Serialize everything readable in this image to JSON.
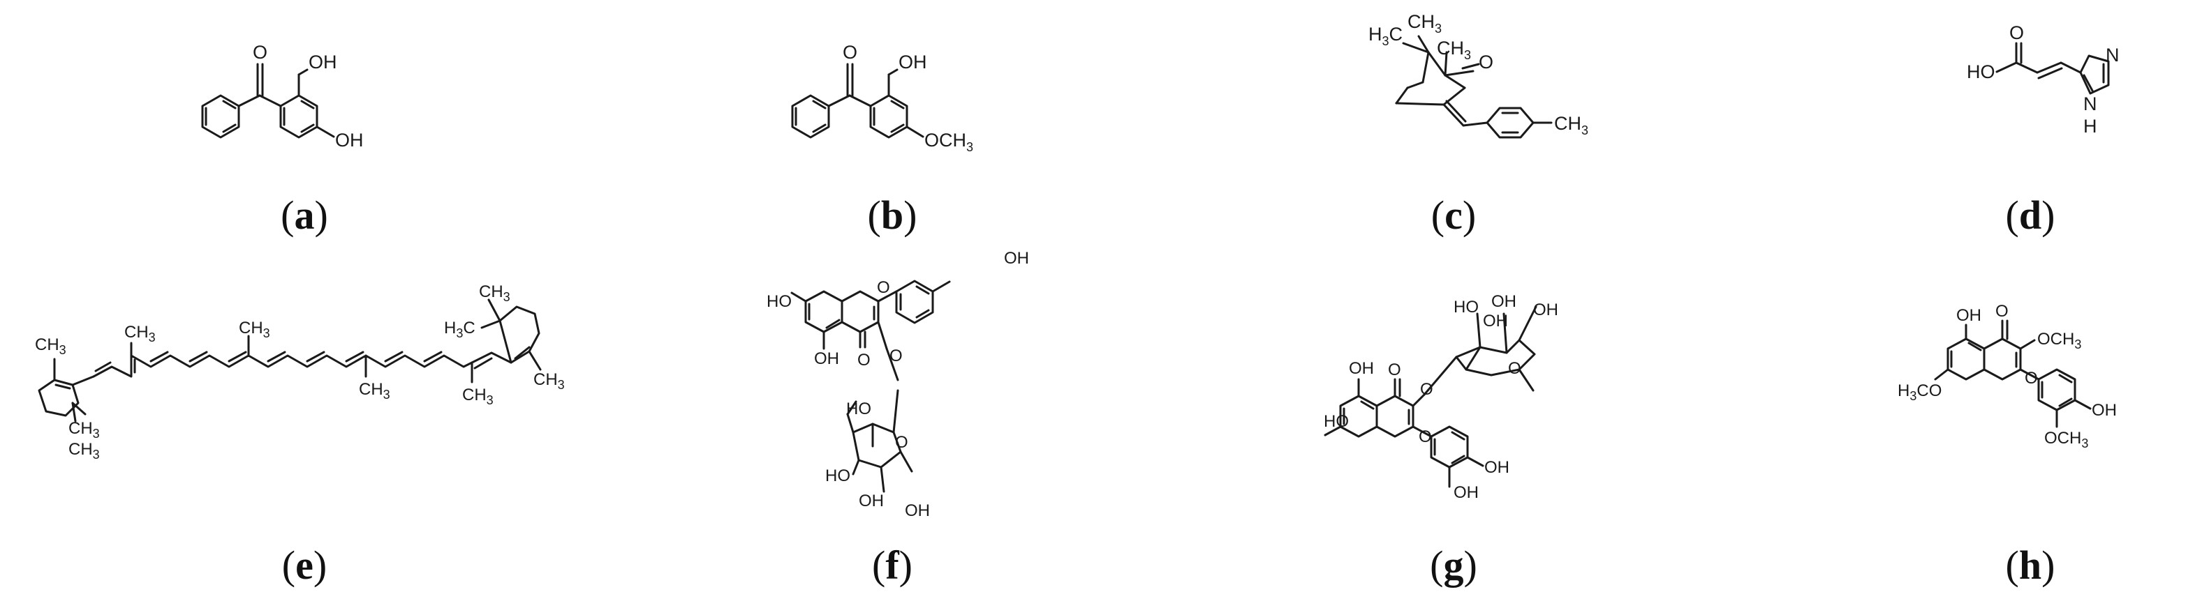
{
  "panels": [
    {
      "id": "a",
      "caption": "a",
      "atoms": [
        "O",
        "OH",
        "OH"
      ]
    },
    {
      "id": "b",
      "caption": "b",
      "atoms": [
        "O",
        "OH",
        "OCH",
        "3"
      ]
    },
    {
      "id": "c",
      "caption": "c",
      "atoms": [
        "H",
        "3",
        "C",
        "CH",
        "3",
        "CH",
        "3",
        "O",
        "CH",
        "3"
      ]
    },
    {
      "id": "d",
      "caption": "d",
      "atoms": [
        "O",
        "HO",
        "N",
        "N",
        "H"
      ]
    },
    {
      "id": "e",
      "caption": "e",
      "atoms": [
        "CH",
        "3",
        "CH",
        "3",
        "CH",
        "3",
        "CH",
        "3",
        "CH",
        "3",
        "CH",
        "3",
        "CH",
        "3",
        "CH",
        "3",
        "H",
        "3",
        "C",
        "CH",
        "3"
      ]
    },
    {
      "id": "f",
      "caption": "f",
      "atoms": [
        "OH",
        "HO",
        "O",
        "O",
        "OH",
        "O",
        "HO",
        "O",
        "HO",
        "OH",
        "OH"
      ]
    },
    {
      "id": "g",
      "caption": "g",
      "atoms": [
        "HO",
        "OH",
        "OH",
        "O",
        "O",
        "OH",
        "OH",
        "O",
        "O",
        "HO",
        "OH",
        "OH"
      ]
    },
    {
      "id": "h",
      "caption": "h",
      "atoms": [
        "OH",
        "O",
        "OCH",
        "3",
        "H",
        "3",
        "CO",
        "O",
        "OH",
        "OCH",
        "3"
      ]
    }
  ]
}
